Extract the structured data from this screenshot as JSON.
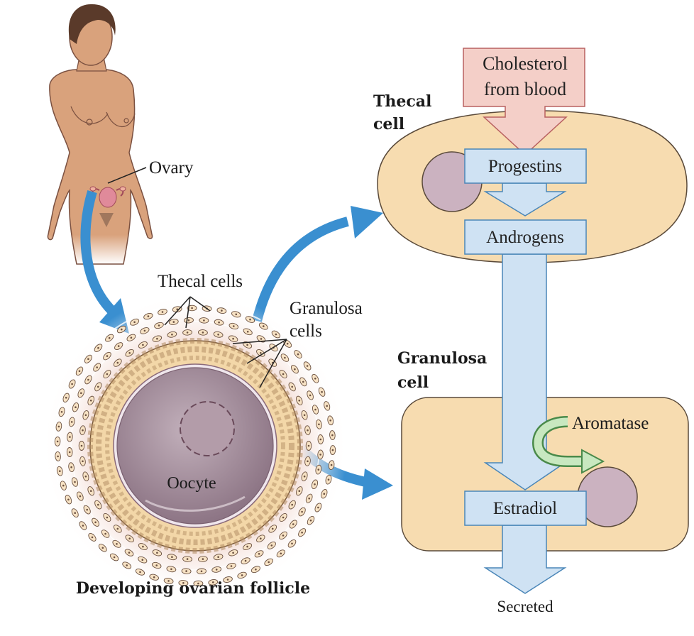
{
  "labels": {
    "ovary": "Ovary",
    "thecal_cells": "Thecal cells",
    "granulosa_cells_line1": "Granulosa",
    "granulosa_cells_line2": "cells",
    "oocyte": "Oocyte",
    "follicle_caption": "Developing ovarian follicle",
    "thecal_cell_line1": "Thecal",
    "thecal_cell_line2": "cell",
    "granulosa_cell_line1": "Granulosa",
    "granulosa_cell_line2": "cell",
    "aromatase": "Aromatase",
    "secreted": "Secreted"
  },
  "boxes": {
    "cholesterol_line1": "Cholesterol",
    "cholesterol_line2": "from blood",
    "progestins": "Progestins",
    "androgens": "Androgens",
    "estradiol": "Estradiol"
  },
  "colors": {
    "skin": "#d9a27c",
    "skin_outline": "#7a5040",
    "hair": "#5a3a2a",
    "cell_fill": "#f7dcb0",
    "cell_outline": "#5a4a3a",
    "nucleus": "#cbb2c0",
    "pathway_fill": "#cfe2f3",
    "pathway_outline": "#4a86b8",
    "cholesterol_fill": "#f4cfc8",
    "cholesterol_outline": "#b86060",
    "blue_arrow": "#3a8fd0",
    "aromatase_green": "#6aaa6a",
    "oocyte": "#a8909e"
  }
}
